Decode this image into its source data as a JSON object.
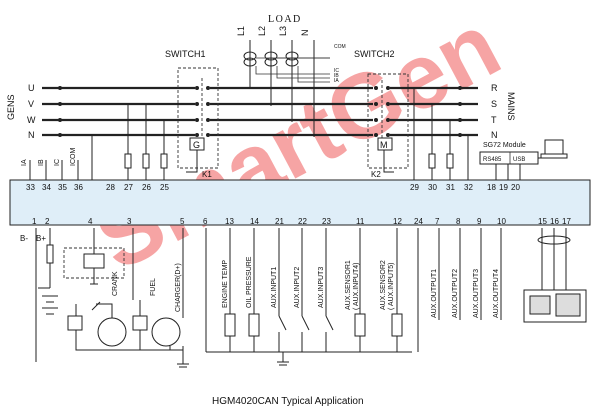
{
  "watermark": {
    "text": "SmartGen",
    "color": "#f05a5a",
    "text_color_2": "#b9b9b9"
  },
  "load_label": "LOAD",
  "switch1_label": "SWITCH1",
  "switch2_label": "SWITCH2",
  "gens_label": "GENS",
  "mains_label": "MAINS",
  "com_label": "COM",
  "phase_mini_labels": [
    "IC",
    "IB",
    "IA"
  ],
  "load_phases": [
    "L1",
    "L2",
    "L3",
    "N"
  ],
  "bus_left": [
    "U",
    "V",
    "W",
    "N"
  ],
  "bus_right": [
    "R",
    "S",
    "T",
    "N"
  ],
  "g_label": "G",
  "m_label": "M",
  "k1_label": "K1",
  "k2_label": "K2",
  "module_title": "SG72 Module",
  "module_ports": [
    "RS485",
    "USB"
  ],
  "top_pins": [
    {
      "label": "IA",
      "num": "33"
    },
    {
      "label": "IB",
      "num": "34"
    },
    {
      "label": "IC",
      "num": "35"
    },
    {
      "label": "ICOM",
      "num": "36"
    },
    {
      "label": "",
      "num": "28"
    },
    {
      "label": "",
      "num": "27"
    },
    {
      "label": "",
      "num": "26"
    },
    {
      "label": "",
      "num": "25"
    },
    {
      "label": "",
      "num": "29"
    },
    {
      "label": "",
      "num": "30"
    },
    {
      "label": "",
      "num": "31"
    },
    {
      "label": "",
      "num": "32"
    },
    {
      "label": "",
      "num": "18"
    },
    {
      "label": "",
      "num": "19"
    },
    {
      "label": "",
      "num": "20"
    }
  ],
  "bottom_pins": [
    "1",
    "2",
    "4",
    "3",
    "5",
    "6",
    "13",
    "14",
    "21",
    "22",
    "23",
    "11",
    "12",
    "24",
    "7",
    "8",
    "9",
    "10",
    "15",
    "16",
    "17"
  ],
  "b_minus": "B-",
  "b_plus": "B+",
  "crank_label": "CRANK",
  "fuel_label": "FUEL",
  "charger_label": "CHARGER(D+)",
  "input_labels": [
    "ENGINE TEMP",
    "OIL PRESSURE",
    "AUX.INPUT1",
    "AUX.INPUT2",
    "AUX.INPUT3"
  ],
  "sensor_labels": [
    {
      "line1": "AUX.SENSOR1",
      "line2": "( AUX.INPUT4)"
    },
    {
      "line1": "AUX.SENSOR2",
      "line2": "( AUX.INPUT5)"
    }
  ],
  "output_labels": [
    "AUX.OUTPUT1",
    "AUX.OUTPUT2",
    "AUX.OUTPUT3",
    "AUX.OUTPUT4"
  ],
  "caption": "HGM4020CAN Typical Application"
}
